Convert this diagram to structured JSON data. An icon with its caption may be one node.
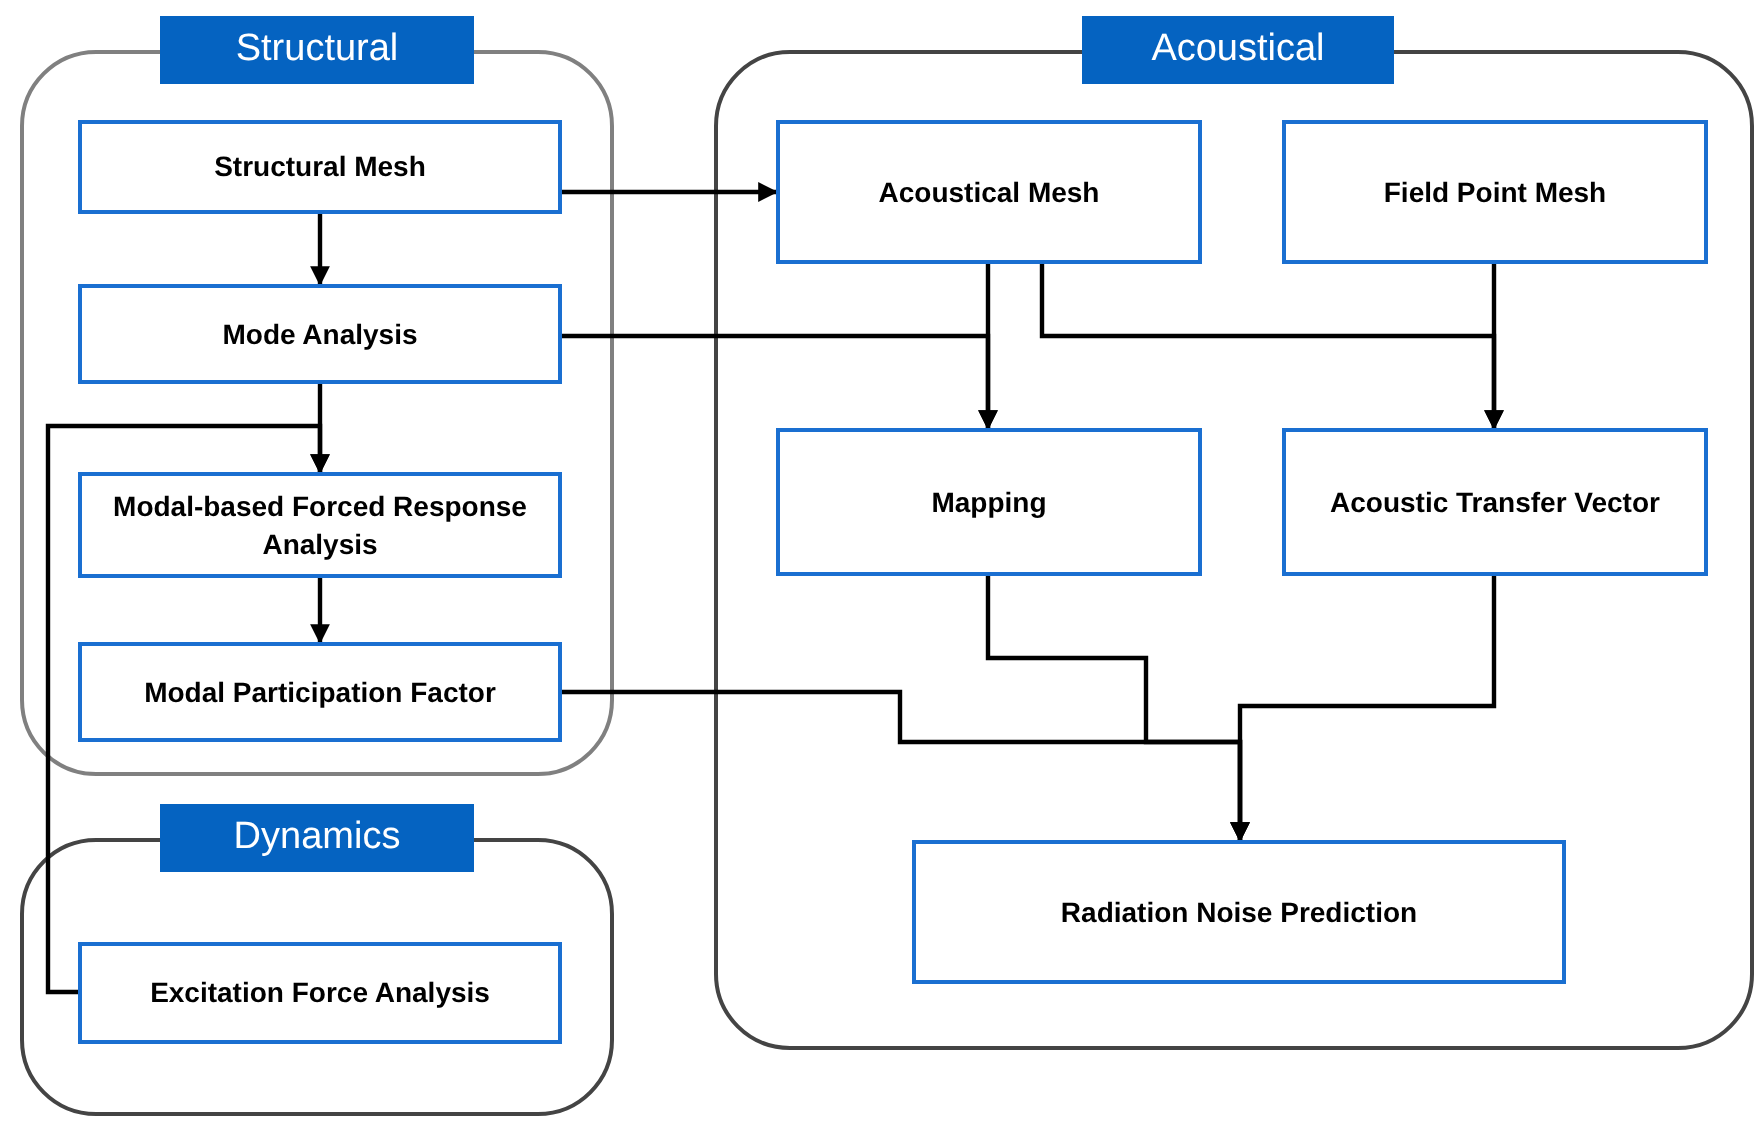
{
  "diagram": {
    "nodes": [
      {
        "text": [
          "Structural"
        ]
      },
      {
        "text": [
          "Structural Mesh"
        ],
        "in": 0
      },
      {
        "text": [
          "Mode Analysis"
        ],
        "in": 0
      },
      {
        "text": [
          "Modal-based Forced Response Analysis"
        ],
        "in": 0
      },
      {
        "text": [
          "Modal Participation Factor"
        ],
        "in": 0
      },
      {
        "text": [
          "Acoustical"
        ]
      },
      {
        "text": [
          "Acoustical Mesh"
        ],
        "in": 5
      },
      {
        "text": [
          "Field Point Mesh"
        ],
        "in": 5
      },
      {
        "text": [
          "Mapping"
        ],
        "in": 5
      },
      {
        "text": [
          "Acoustic Transfer Vector"
        ],
        "in": 5
      },
      {
        "text": [
          "Radiation Noise Prediction"
        ],
        "in": 5
      },
      {
        "text": [
          "Dynamics"
        ]
      },
      {
        "text": [
          "Excitation Force Analysis"
        ],
        "in": 11
      }
    ],
    "edges": [
      {
        "from": 1,
        "to": 2,
        "arrow": "to"
      },
      {
        "from": 2,
        "to": 3,
        "arrow": "to"
      },
      {
        "from": 3,
        "to": 4,
        "arrow": "to"
      },
      {
        "from": 1,
        "to": 6,
        "arrow": "to"
      },
      {
        "from": 2,
        "to": 8,
        "arrow": "to"
      },
      {
        "from": 6,
        "to": 8,
        "arrow": "to"
      },
      {
        "from": 6,
        "to": 9,
        "arrow": "to"
      },
      {
        "from": 7,
        "to": 9,
        "arrow": "to"
      },
      {
        "from": 12,
        "to": 3,
        "arrow": "to"
      },
      {
        "from": 4,
        "to": 10,
        "arrow": "to"
      },
      {
        "from": 8,
        "to": 10,
        "arrow": "to"
      },
      {
        "from": 9,
        "to": 10,
        "arrow": "to"
      }
    ]
  }
}
